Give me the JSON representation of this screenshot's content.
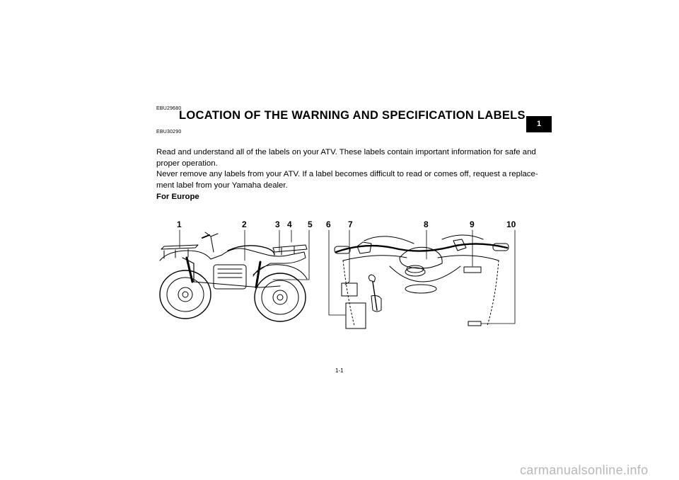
{
  "chapter_tab": "1",
  "code_1": "EBU29680",
  "title": "LOCATION OF THE WARNING AND SPECIFICATION LABELS",
  "code_2": "EBU30290",
  "paragraph_lines": [
    "Read and understand all of the labels on your ATV. These labels contain important information for safe and",
    "proper operation.",
    "Never remove any labels from your ATV. If a label becomes difficult to read or comes off, request a replace-",
    "ment label from your Yamaha dealer."
  ],
  "section_heading": "For Europe",
  "callouts": [
    "1",
    "2",
    "3",
    "4",
    "5",
    "6",
    "7",
    "8",
    "9",
    "10"
  ],
  "page_number": "1-1",
  "watermark": "carmanualsonline.info"
}
